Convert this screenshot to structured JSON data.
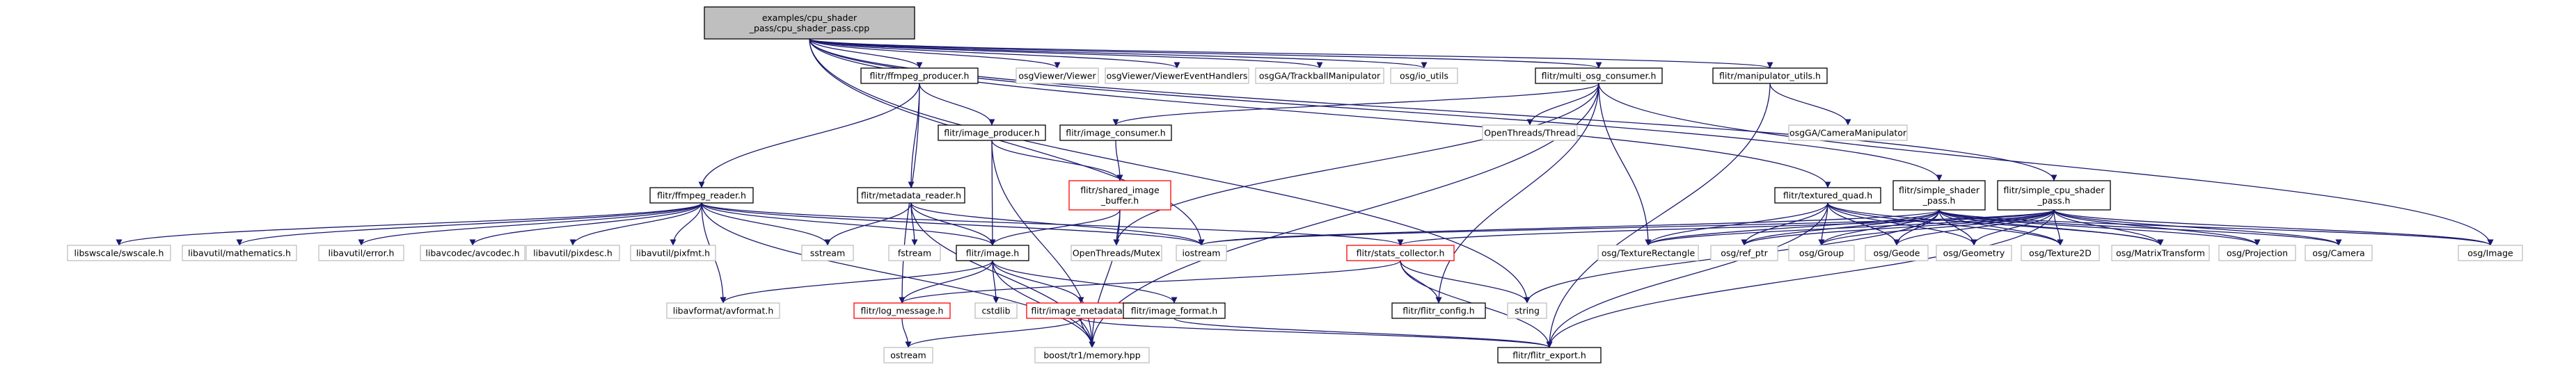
{
  "colors": {
    "root_fill": "#bfbfbf",
    "documented_border": "#000000",
    "undocumented_border": "#bfbfbf",
    "highlight_border": "#ff0000",
    "edge": "#191970",
    "edge_highlight": "#000000"
  },
  "nodes": [
    {
      "id": "root",
      "lines": [
        "examples/cpu_shader",
        "_pass/cpu_shader_pass.cpp"
      ],
      "kind": "root"
    },
    {
      "id": "ffmpeg_producer",
      "lines": [
        "flitr/ffmpeg_producer.h"
      ],
      "kind": "doc"
    },
    {
      "id": "osg_viewer",
      "lines": [
        "osgViewer/Viewer"
      ],
      "kind": "ext"
    },
    {
      "id": "osg_viewer_events",
      "lines": [
        "osgViewer/ViewerEventHandlers"
      ],
      "kind": "ext"
    },
    {
      "id": "trackball",
      "lines": [
        "osgGA/TrackballManipulator"
      ],
      "kind": "ext"
    },
    {
      "id": "osgio",
      "lines": [
        "osg/io_utils"
      ],
      "kind": "ext"
    },
    {
      "id": "multi_osg_consumer",
      "lines": [
        "flitr/multi_osg_consumer.h"
      ],
      "kind": "doc"
    },
    {
      "id": "manipulator_utils",
      "lines": [
        "flitr/manipulator_utils.h"
      ],
      "kind": "doc"
    },
    {
      "id": "image_producer",
      "lines": [
        "flitr/image_producer.h"
      ],
      "kind": "doc"
    },
    {
      "id": "image_consumer",
      "lines": [
        "flitr/image_consumer.h"
      ],
      "kind": "doc"
    },
    {
      "id": "openthreads_thread",
      "lines": [
        "OpenThreads/Thread"
      ],
      "kind": "ext"
    },
    {
      "id": "camera_manipulator",
      "lines": [
        "osgGA/CameraManipulator"
      ],
      "kind": "ext"
    },
    {
      "id": "ffmpeg_reader",
      "lines": [
        "flitr/ffmpeg_reader.h"
      ],
      "kind": "doc"
    },
    {
      "id": "metadata_reader",
      "lines": [
        "flitr/metadata_reader.h"
      ],
      "kind": "doc"
    },
    {
      "id": "shared_image_buffer",
      "lines": [
        "flitr/shared_image",
        "_buffer.h"
      ],
      "kind": "highlight"
    },
    {
      "id": "textured_quad",
      "lines": [
        "flitr/textured_quad.h"
      ],
      "kind": "doc"
    },
    {
      "id": "simple_shader_pass",
      "lines": [
        "flitr/simple_shader",
        "_pass.h"
      ],
      "kind": "doc"
    },
    {
      "id": "simple_cpu_shader_pass",
      "lines": [
        "flitr/simple_cpu_shader",
        "_pass.h"
      ],
      "kind": "doc"
    },
    {
      "id": "swscale",
      "lines": [
        "libswscale/swscale.h"
      ],
      "kind": "ext"
    },
    {
      "id": "mathematics",
      "lines": [
        "libavutil/mathematics.h"
      ],
      "kind": "ext"
    },
    {
      "id": "avutil_error",
      "lines": [
        "libavutil/error.h"
      ],
      "kind": "ext"
    },
    {
      "id": "avcodec",
      "lines": [
        "libavcodec/avcodec.h"
      ],
      "kind": "ext"
    },
    {
      "id": "pixdesc",
      "lines": [
        "libavutil/pixdesc.h"
      ],
      "kind": "ext"
    },
    {
      "id": "pixfmt",
      "lines": [
        "libavutil/pixfmt.h"
      ],
      "kind": "ext"
    },
    {
      "id": "sstream",
      "lines": [
        "sstream"
      ],
      "kind": "ext"
    },
    {
      "id": "fstream",
      "lines": [
        "fstream"
      ],
      "kind": "ext"
    },
    {
      "id": "image_h",
      "lines": [
        "flitr/image.h"
      ],
      "kind": "doc"
    },
    {
      "id": "ot_mutex",
      "lines": [
        "OpenThreads/Mutex"
      ],
      "kind": "ext"
    },
    {
      "id": "iostream",
      "lines": [
        "iostream"
      ],
      "kind": "ext"
    },
    {
      "id": "stats_collector",
      "lines": [
        "flitr/stats_collector.h"
      ],
      "kind": "highlight"
    },
    {
      "id": "texture_rectangle",
      "lines": [
        "osg/TextureRectangle"
      ],
      "kind": "ext"
    },
    {
      "id": "ref_ptr",
      "lines": [
        "osg/ref_ptr"
      ],
      "kind": "ext"
    },
    {
      "id": "osg_group",
      "lines": [
        "osg/Group"
      ],
      "kind": "ext"
    },
    {
      "id": "osg_geode",
      "lines": [
        "osg/Geode"
      ],
      "kind": "ext"
    },
    {
      "id": "osg_geometry",
      "lines": [
        "osg/Geometry"
      ],
      "kind": "ext"
    },
    {
      "id": "texture2d",
      "lines": [
        "osg/Texture2D"
      ],
      "kind": "ext"
    },
    {
      "id": "matrix_transform",
      "lines": [
        "osg/MatrixTransform"
      ],
      "kind": "ext"
    },
    {
      "id": "projection",
      "lines": [
        "osg/Projection"
      ],
      "kind": "ext"
    },
    {
      "id": "osg_camera",
      "lines": [
        "osg/Camera"
      ],
      "kind": "ext"
    },
    {
      "id": "osg_image",
      "lines": [
        "osg/Image"
      ],
      "kind": "ext"
    },
    {
      "id": "avformat",
      "lines": [
        "libavformat/avformat.h"
      ],
      "kind": "ext"
    },
    {
      "id": "log_message",
      "lines": [
        "flitr/log_message.h"
      ],
      "kind": "highlight"
    },
    {
      "id": "cstdlib",
      "lines": [
        "cstdlib"
      ],
      "kind": "ext"
    },
    {
      "id": "image_metadata",
      "lines": [
        "flitr/image_metadata.h"
      ],
      "kind": "highlight"
    },
    {
      "id": "image_format",
      "lines": [
        "flitr/image_format.h"
      ],
      "kind": "doc"
    },
    {
      "id": "flitr_config",
      "lines": [
        "flitr/flitr_config.h"
      ],
      "kind": "doc"
    },
    {
      "id": "string",
      "lines": [
        "string"
      ],
      "kind": "ext"
    },
    {
      "id": "ostream",
      "lines": [
        "ostream"
      ],
      "kind": "ext"
    },
    {
      "id": "memory_hpp",
      "lines": [
        "boost/tr1/memory.hpp"
      ],
      "kind": "ext"
    },
    {
      "id": "flitr_export",
      "lines": [
        "flitr/flitr_export.h"
      ],
      "kind": "doc"
    }
  ],
  "edges": [
    [
      "root",
      "ffmpeg_producer"
    ],
    [
      "root",
      "osg_viewer"
    ],
    [
      "root",
      "osg_viewer_events"
    ],
    [
      "root",
      "trackball"
    ],
    [
      "root",
      "osgio"
    ],
    [
      "root",
      "multi_osg_consumer"
    ],
    [
      "root",
      "manipulator_utils"
    ],
    [
      "root",
      "textured_quad"
    ],
    [
      "root",
      "simple_shader_pass"
    ],
    [
      "root",
      "simple_cpu_shader_pass"
    ],
    [
      "root",
      "iostream"
    ],
    [
      "root",
      "string"
    ],
    [
      "ffmpeg_producer",
      "image_producer"
    ],
    [
      "ffmpeg_producer",
      "metadata_reader"
    ],
    [
      "ffmpeg_producer",
      "ffmpeg_reader"
    ],
    [
      "ffmpeg_producer",
      "log_message"
    ],
    [
      "multi_osg_consumer",
      "image_consumer"
    ],
    [
      "multi_osg_consumer",
      "openthreads_thread"
    ],
    [
      "multi_osg_consumer",
      "ot_mutex"
    ],
    [
      "multi_osg_consumer",
      "texture_rectangle"
    ],
    [
      "multi_osg_consumer",
      "osg_image"
    ],
    [
      "multi_osg_consumer",
      "flitr_config"
    ],
    [
      "multi_osg_consumer",
      "memory_hpp"
    ],
    [
      "manipulator_utils",
      "camera_manipulator"
    ],
    [
      "manipulator_utils",
      "flitr_export"
    ],
    [
      "image_producer",
      "shared_image_buffer"
    ],
    [
      "image_producer",
      "image_h"
    ],
    [
      "image_producer",
      "memory_hpp"
    ],
    [
      "image_consumer",
      "shared_image_buffer"
    ],
    [
      "shared_image_buffer",
      "image_h"
    ],
    [
      "shared_image_buffer",
      "ot_mutex"
    ],
    [
      "shared_image_buffer",
      "memory_hpp"
    ],
    [
      "metadata_reader",
      "image_h"
    ],
    [
      "metadata_reader",
      "fstream"
    ],
    [
      "metadata_reader",
      "sstream"
    ],
    [
      "metadata_reader",
      "iostream"
    ],
    [
      "metadata_reader",
      "memory_hpp"
    ],
    [
      "ffmpeg_reader",
      "swscale"
    ],
    [
      "ffmpeg_reader",
      "mathematics"
    ],
    [
      "ffmpeg_reader",
      "avutil_error"
    ],
    [
      "ffmpeg_reader",
      "avcodec"
    ],
    [
      "ffmpeg_reader",
      "pixdesc"
    ],
    [
      "ffmpeg_reader",
      "pixfmt"
    ],
    [
      "ffmpeg_reader",
      "sstream"
    ],
    [
      "ffmpeg_reader",
      "image_h"
    ],
    [
      "ffmpeg_reader",
      "iostream"
    ],
    [
      "ffmpeg_reader",
      "stats_collector"
    ],
    [
      "ffmpeg_reader",
      "avformat"
    ],
    [
      "ffmpeg_reader",
      "memory_hpp"
    ],
    [
      "image_h",
      "avformat"
    ],
    [
      "image_h",
      "log_message"
    ],
    [
      "image_h",
      "cstdlib"
    ],
    [
      "image_h",
      "image_metadata"
    ],
    [
      "image_h",
      "image_format"
    ],
    [
      "image_h",
      "memory_hpp"
    ],
    [
      "log_message",
      "ostream"
    ],
    [
      "image_metadata",
      "ostream"
    ],
    [
      "image_metadata",
      "memory_hpp"
    ],
    [
      "image_metadata",
      "flitr_export"
    ],
    [
      "image_format",
      "flitr_export"
    ],
    [
      "stats_collector",
      "log_message"
    ],
    [
      "stats_collector",
      "flitr_config"
    ],
    [
      "stats_collector",
      "string"
    ],
    [
      "stats_collector",
      "flitr_export"
    ],
    [
      "textured_quad",
      "texture_rectangle"
    ],
    [
      "textured_quad",
      "ref_ptr"
    ],
    [
      "textured_quad",
      "osg_group"
    ],
    [
      "textured_quad",
      "osg_geode"
    ],
    [
      "textured_quad",
      "osg_geometry"
    ],
    [
      "textured_quad",
      "texture2d"
    ],
    [
      "textured_quad",
      "matrix_transform"
    ],
    [
      "textured_quad",
      "flitr_export"
    ],
    [
      "simple_shader_pass",
      "ref_ptr"
    ],
    [
      "simple_shader_pass",
      "osg_group"
    ],
    [
      "simple_shader_pass",
      "osg_geode"
    ],
    [
      "simple_shader_pass",
      "osg_geometry"
    ],
    [
      "simple_shader_pass",
      "texture2d"
    ],
    [
      "simple_shader_pass",
      "matrix_transform"
    ],
    [
      "simple_shader_pass",
      "projection"
    ],
    [
      "simple_shader_pass",
      "osg_camera"
    ],
    [
      "simple_shader_pass",
      "osg_image"
    ],
    [
      "simple_shader_pass",
      "iostream"
    ],
    [
      "simple_shader_pass",
      "texture_rectangle"
    ],
    [
      "simple_shader_pass",
      "string"
    ],
    [
      "simple_cpu_shader_pass",
      "ref_ptr"
    ],
    [
      "simple_cpu_shader_pass",
      "osg_group"
    ],
    [
      "simple_cpu_shader_pass",
      "osg_geode"
    ],
    [
      "simple_cpu_shader_pass",
      "osg_geometry"
    ],
    [
      "simple_cpu_shader_pass",
      "texture2d"
    ],
    [
      "simple_cpu_shader_pass",
      "matrix_transform"
    ],
    [
      "simple_cpu_shader_pass",
      "projection"
    ],
    [
      "simple_cpu_shader_pass",
      "osg_camera"
    ],
    [
      "simple_cpu_shader_pass",
      "osg_image"
    ],
    [
      "simple_cpu_shader_pass",
      "iostream"
    ],
    [
      "simple_cpu_shader_pass",
      "texture_rectangle"
    ],
    [
      "simple_cpu_shader_pass",
      "stats_collector"
    ],
    [
      "simple_cpu_shader_pass",
      "flitr_export"
    ]
  ]
}
